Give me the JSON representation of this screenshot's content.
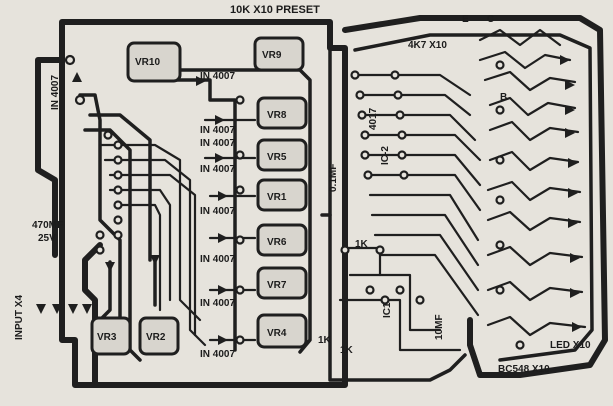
{
  "labels": {
    "preset": "10K X10 PRESET",
    "in4007_left": "IN 4007",
    "vr10": "VR10",
    "vr9": "VR9",
    "vr8": "VR8",
    "vr5": "VR5",
    "vr1": "VR1",
    "vr6": "VR6",
    "vr7": "VR7",
    "vr4": "VR4",
    "vr3": "VR3",
    "vr2": "VR2",
    "d1": "IN 4007",
    "d2": "IN 4007",
    "d3": "IN 4007",
    "d4": "IN 4007",
    "d5": "IN 4007",
    "d6": "IN 4007",
    "d7": "IN 4007",
    "d8": "IN 4007",
    "cap470": "470MF",
    "cap25v": "25V",
    "input": "INPUT X4",
    "ic2": "IC-2",
    "ic2_part": "4017",
    "cap_1mf": "0.1MF",
    "r1k_top": "1K",
    "r1k_bottom": "1K",
    "r1k_lower": "1K",
    "ic1": "IC1",
    "cap10mf": "10MF",
    "bc548": "BC548 X10",
    "led": "LED X10",
    "rk_x10": "4K7 X10",
    "e_top": "E",
    "c_top": "C",
    "b_label": "B"
  },
  "colors": {
    "copper": "#1f1f1f",
    "board": "#e6e3dc"
  }
}
